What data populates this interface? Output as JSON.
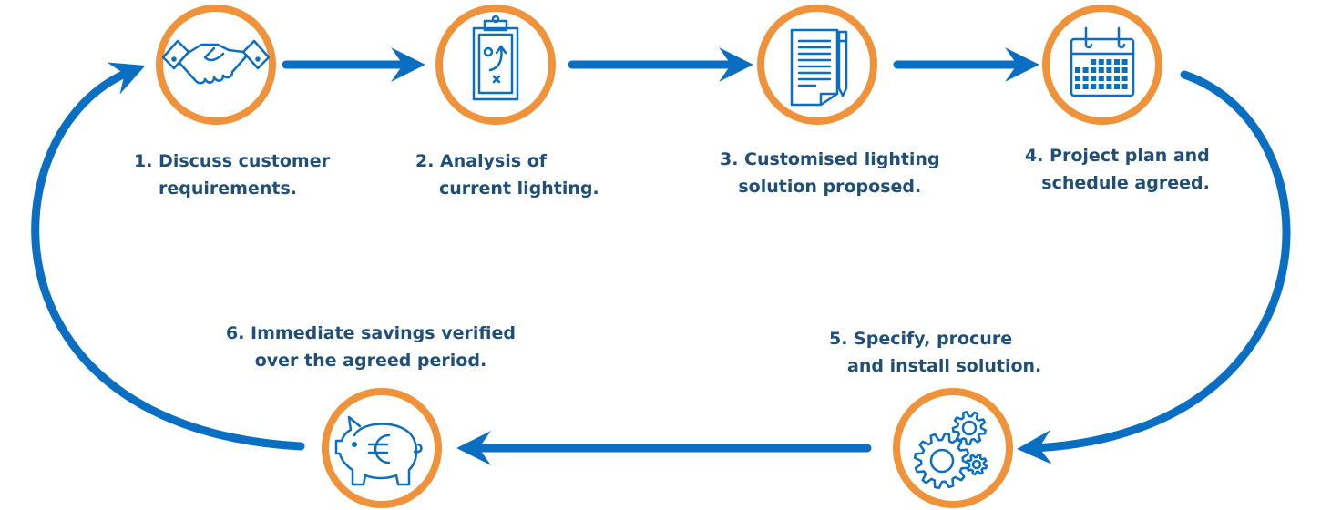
{
  "colors": {
    "ring": "#f0923a",
    "line": "#0a6fc2",
    "text": "#1f4e79",
    "icon": "#0a6fc2"
  },
  "steps": [
    {
      "line1": "1. Discuss customer",
      "line2": "requirements.",
      "icon": "handshake-icon"
    },
    {
      "line1": "2. Analysis of",
      "line2": "current lighting.",
      "icon": "clipboard-plan-icon"
    },
    {
      "line1": "3. Customised lighting",
      "line2": "solution proposed.",
      "icon": "document-pen-icon"
    },
    {
      "line1": "4. Project plan and",
      "line2": "schedule agreed.",
      "icon": "calendar-icon"
    },
    {
      "line1": "5. Specify, procure",
      "line2": "and install solution.",
      "icon": "gears-icon"
    },
    {
      "line1": "6. Immediate savings verified",
      "line2": "over the agreed period.",
      "icon": "piggy-bank-euro-icon"
    }
  ]
}
